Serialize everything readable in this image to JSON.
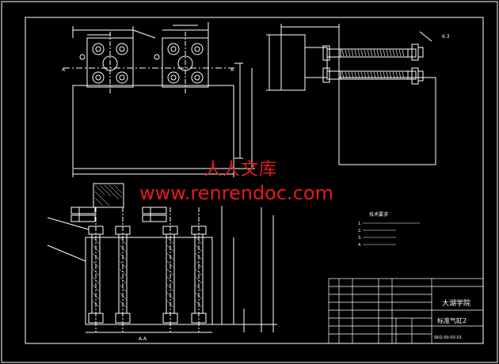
{
  "drawing": {
    "section_label_left": "A",
    "section_label_right": "A",
    "section_label_bottom": "A-A",
    "roughness_note": "6.3"
  },
  "tech_notes": {
    "title": "技术要求",
    "items": [
      "1.",
      "2.",
      "3.",
      "4."
    ]
  },
  "title_block": {
    "school": "大湖学院",
    "drawing_name": "标准气缸2",
    "drawing_number": "SKQ-00-03-01"
  },
  "watermark": {
    "line1": "人人文库",
    "line2": "www.renrendoc.com"
  },
  "colors": {
    "background": "#000000",
    "line": "#ffffff",
    "watermark": "#e21b1b"
  }
}
